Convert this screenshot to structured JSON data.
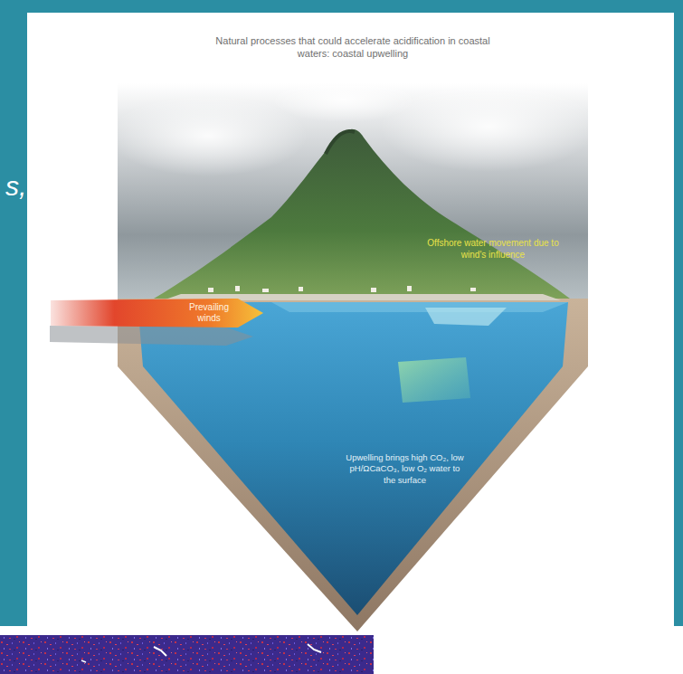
{
  "diagram": {
    "title": "Natural processes that could accelerate acidification in coastal waters: coastal upwelling",
    "nodes": [
      {
        "text": [
          "Prevailing winds"
        ]
      }
    ],
    "labels": [
      "Offshore water movement due to wind's influence",
      "Upwelling brings high CO₂, low pH/ΩCaCO₃, low O₂ water to the surface",
      "s,"
    ]
  }
}
